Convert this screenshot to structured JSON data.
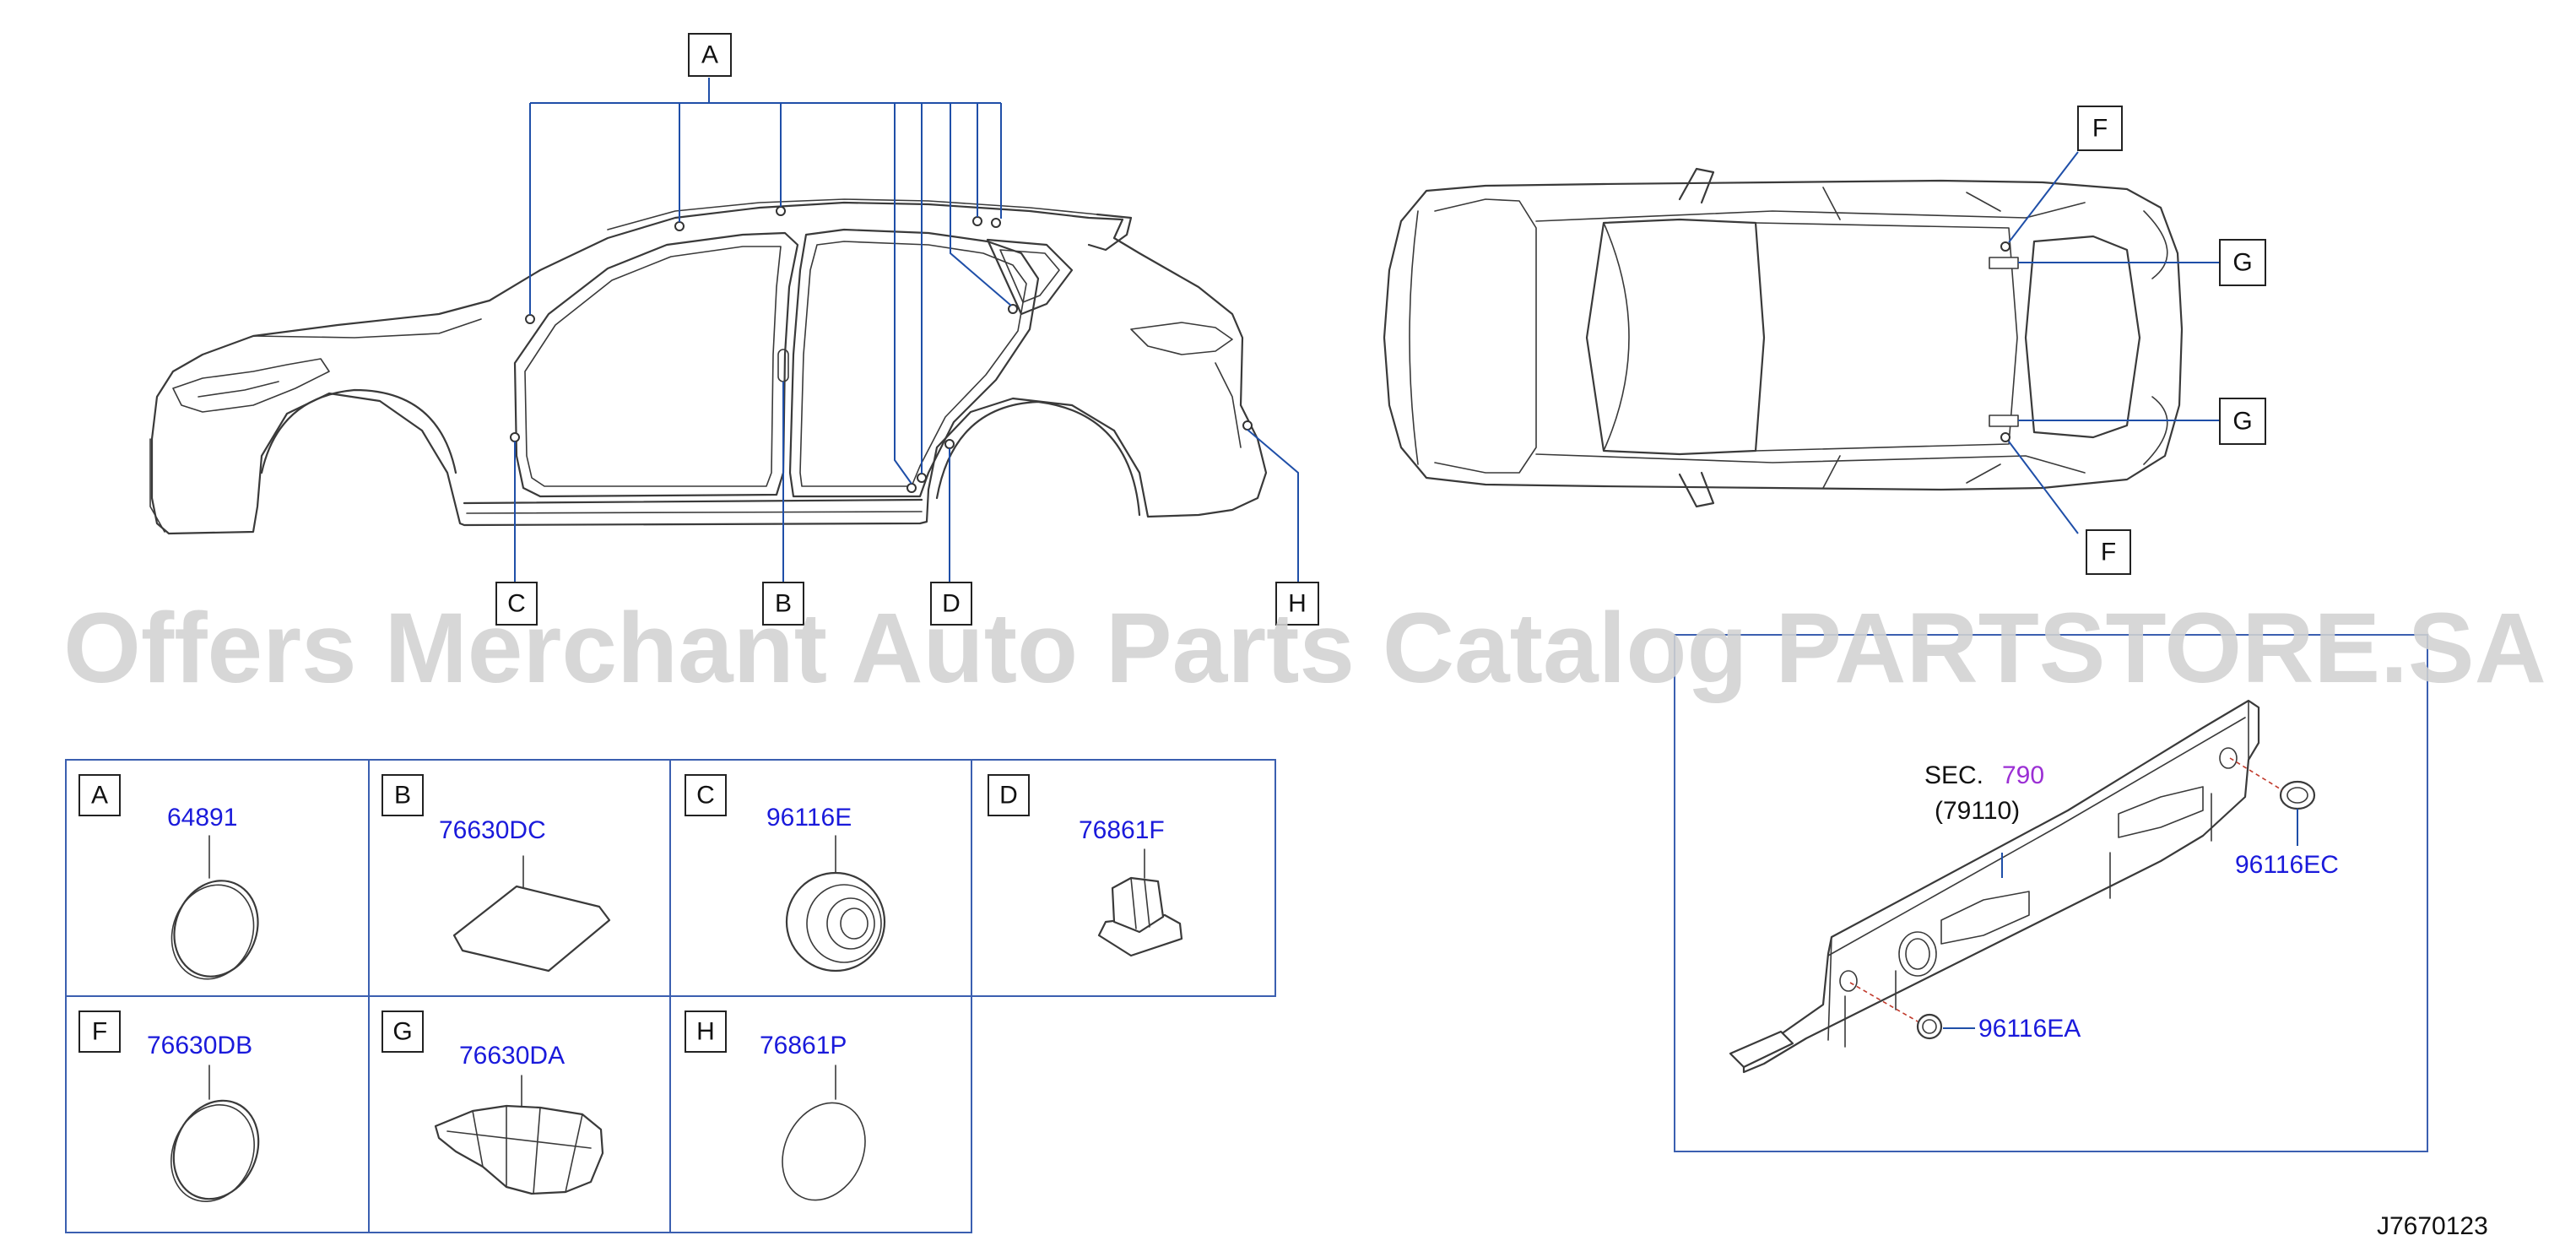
{
  "watermark": "Offers Merchant Auto Parts Catalog PARTSTORE.SA",
  "diagram_id": "J7670123",
  "side_view_labels": {
    "a": "A",
    "b": "B",
    "c": "C",
    "d": "D",
    "h": "H"
  },
  "top_view_labels": {
    "f1": "F",
    "f2": "F",
    "g1": "G",
    "g2": "G"
  },
  "parts_grid": [
    {
      "letter": "A",
      "part": "64891"
    },
    {
      "letter": "B",
      "part": "76630DC"
    },
    {
      "letter": "C",
      "part": "96116E"
    },
    {
      "letter": "D",
      "part": "76861F"
    },
    {
      "letter": "F",
      "part": "76630DB"
    },
    {
      "letter": "G",
      "part": "76630DA"
    },
    {
      "letter": "H",
      "part": "76861P"
    }
  ],
  "detail": {
    "sec_label": "SEC.",
    "sec_number": "790",
    "sub_ref": "(79110)",
    "part_right": "96116EC",
    "part_bottom": "96116EA"
  }
}
